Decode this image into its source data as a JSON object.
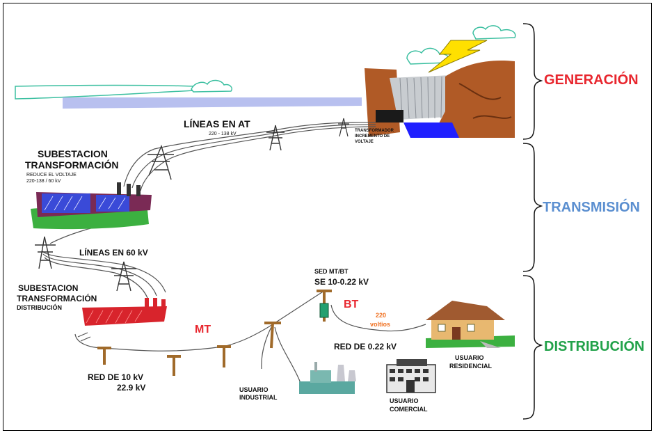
{
  "sections": {
    "generation": {
      "label": "GENERACIÓN",
      "color": "#e8262e"
    },
    "transmission": {
      "label": "TRANSMISIÓN",
      "color": "#5b8fd0"
    },
    "distribution": {
      "label": "DISTRIBUCIÓN",
      "color": "#22a24a"
    }
  },
  "labels": {
    "lines_at": "LÍNEAS EN AT",
    "lines_at_kv": "220 - 138 kV",
    "transformer_1": "TRANSFORMADOR",
    "transformer_2": "INCREMENTO DE",
    "transformer_3": "VOLTAJE",
    "sub_t_1": "SUBESTACION",
    "sub_t_2": "TRANSFORMACIÓN",
    "sub_t_3": "REDUCE EL VOLTAJE",
    "sub_t_4": "220-138 / 60 kV",
    "lines_60": "LÍNEAS EN  60 kV",
    "sub_d_1": "SUBESTACION",
    "sub_d_2": "TRANSFORMACIÓN",
    "sub_d_3": "DISTRIBUCIÓN",
    "mt": "MT",
    "bt": "BT",
    "sed_1": "SED MT/BT",
    "sed_2": "SE 10-0.22 kV",
    "v220_1": "220",
    "v220_2": "voltios",
    "red_022": "RED DE  0.22 kV",
    "red_10_1": "RED DE  10 kV",
    "red_10_2": "22.9 kV",
    "user_ind_1": "USUARIO",
    "user_ind_2": "INDUSTRIAL",
    "user_com_1": "USUARIO",
    "user_com_2": "COMERCIAL",
    "user_res_1": "USUARIO",
    "user_res_2": "RESIDENCIAL"
  },
  "colors": {
    "mt": "#e8262e",
    "bt": "#e8262e",
    "v220": "#f07020",
    "water": "#2020ff",
    "sky_band": "#b8c0ef",
    "rock": "#b05a26",
    "substation_red": "#d8242c",
    "substation_purple": "#7a2a55",
    "grass": "#3cb040",
    "pole": "#a06a2a",
    "cloud": "#3bbfa0",
    "lightning": "#ffe000"
  }
}
